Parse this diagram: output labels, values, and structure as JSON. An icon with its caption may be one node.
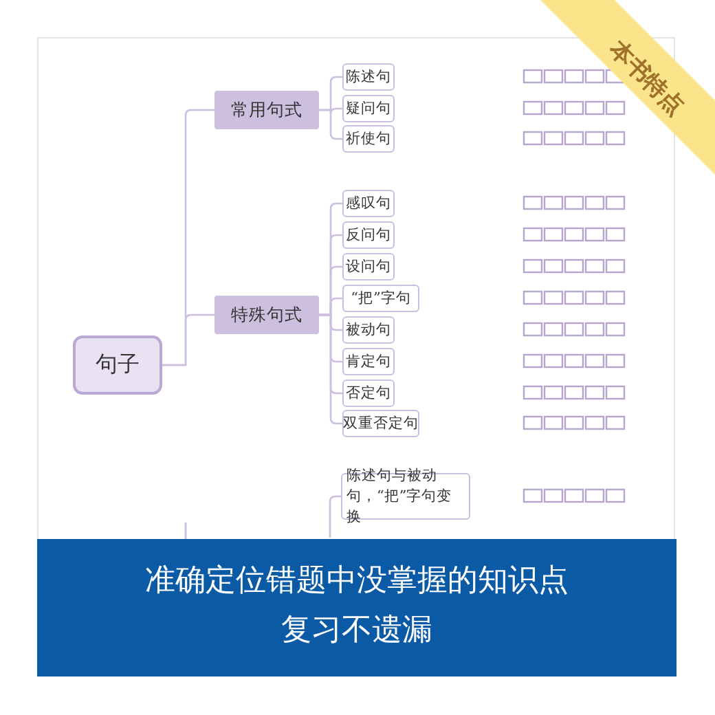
{
  "diagram": {
    "nodes": [
      {
        "text": [
          "句子"
        ]
      },
      {
        "text": [
          "常用句式"
        ]
      },
      {
        "text": [
          "陈述句"
        ]
      },
      {
        "text": [
          "疑问句"
        ]
      },
      {
        "text": [
          "祈使句"
        ]
      },
      {
        "text": [
          "特殊句式"
        ]
      },
      {
        "text": [
          "感叹句"
        ]
      },
      {
        "text": [
          "反问句"
        ]
      },
      {
        "text": [
          "设问句"
        ]
      },
      {
        "text": [
          "“把”字句"
        ]
      },
      {
        "text": [
          "被动句"
        ]
      },
      {
        "text": [
          "肯定句"
        ]
      },
      {
        "text": [
          "否定句"
        ]
      },
      {
        "text": [
          "双重否定句"
        ]
      },
      {
        "text": [
          "陈述句与被动句，“把”字句变换"
        ]
      }
    ],
    "edges": [
      {
        "from": 0,
        "to": 1,
        "arrow": "none"
      },
      {
        "from": 1,
        "to": 2,
        "arrow": "none"
      },
      {
        "from": 1,
        "to": 3,
        "arrow": "none"
      },
      {
        "from": 1,
        "to": 4,
        "arrow": "none"
      },
      {
        "from": 0,
        "to": 5,
        "arrow": "none"
      },
      {
        "from": 5,
        "to": 6,
        "arrow": "none"
      },
      {
        "from": 5,
        "to": 7,
        "arrow": "none"
      },
      {
        "from": 5,
        "to": 8,
        "arrow": "none"
      },
      {
        "from": 5,
        "to": 9,
        "arrow": "none"
      },
      {
        "from": 5,
        "to": 10,
        "arrow": "none"
      },
      {
        "from": 5,
        "to": 11,
        "arrow": "none"
      },
      {
        "from": 5,
        "to": 12,
        "arrow": "none"
      },
      {
        "from": 5,
        "to": 13,
        "arrow": "none"
      },
      {
        "from": null,
        "to": 14,
        "arrow": "none"
      }
    ],
    "labels": [
      "本书特点",
      "准确定位错题中没掌握的知识点",
      "复习不遗漏"
    ]
  }
}
